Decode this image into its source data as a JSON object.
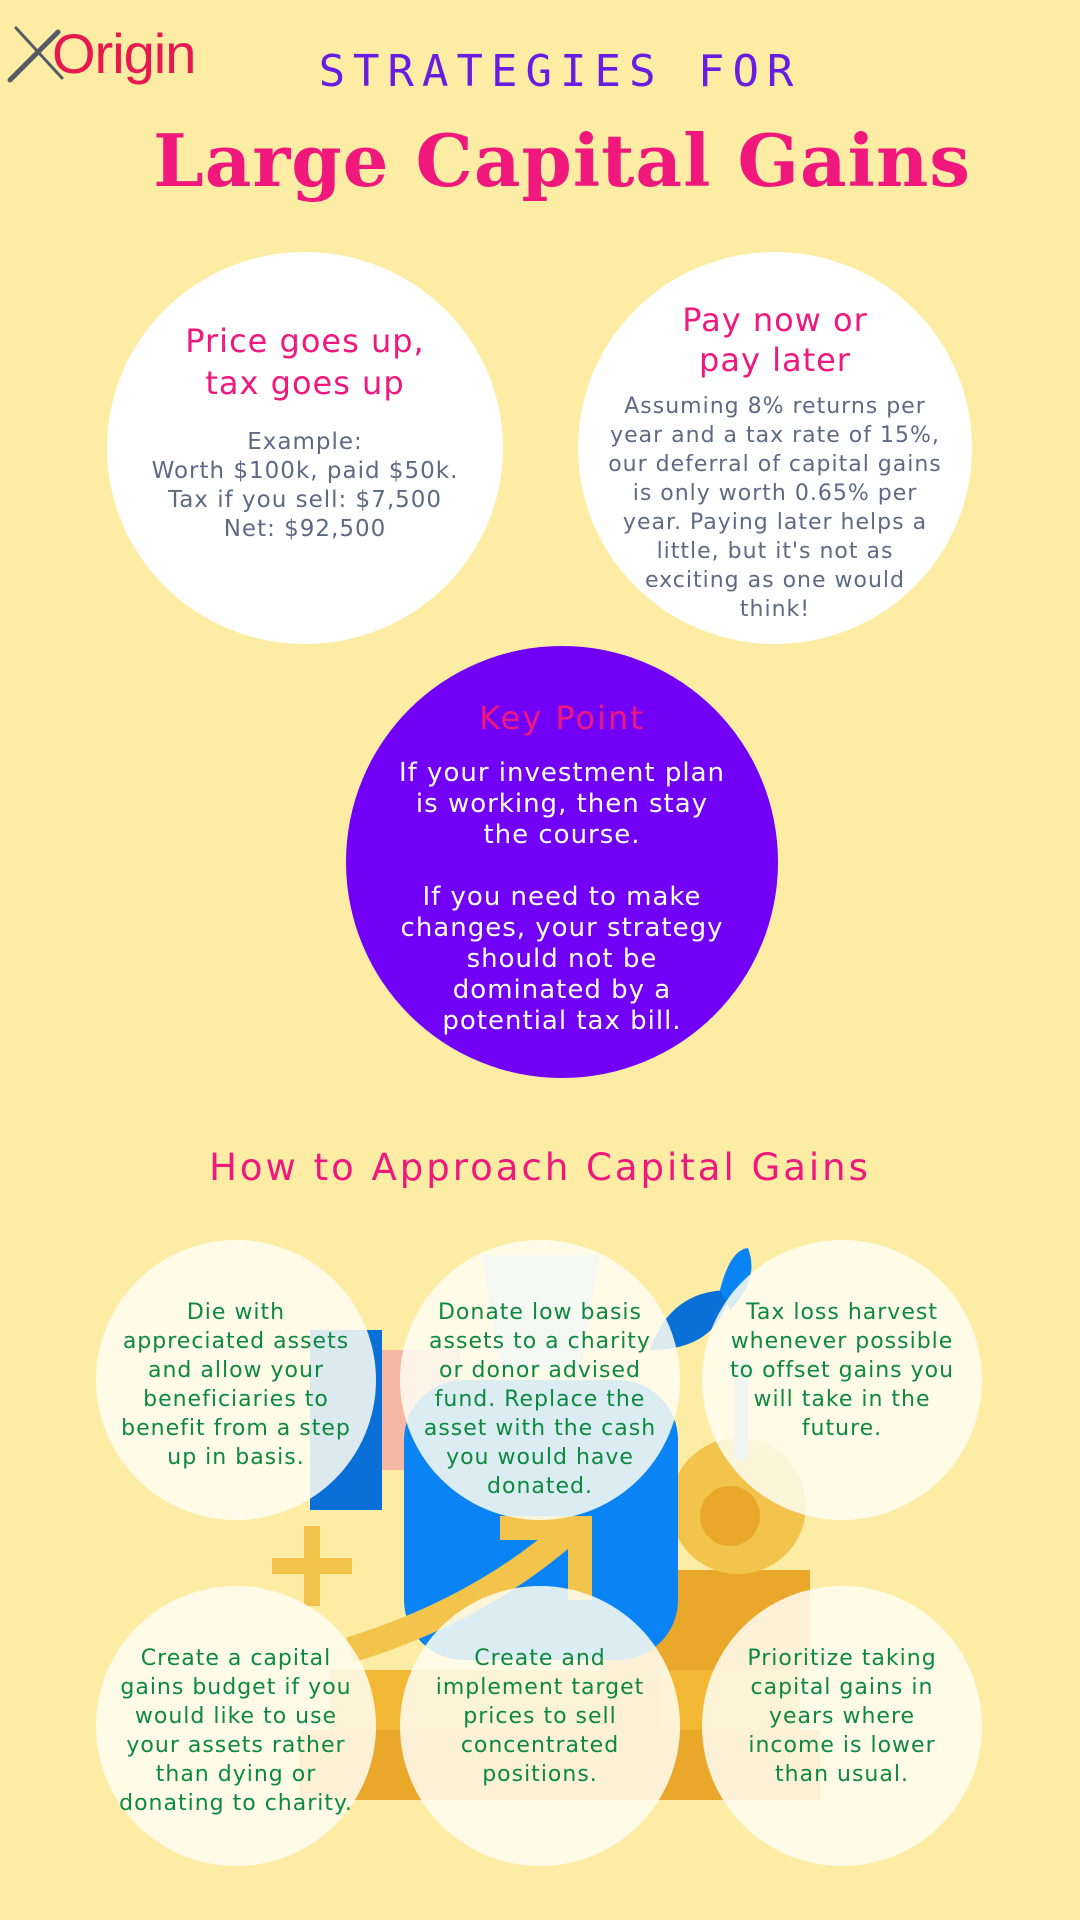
{
  "brand": {
    "logo_text": "Origin",
    "logo_color": "#e8194f"
  },
  "header": {
    "kicker": "STRATEGIES FOR",
    "title": "Large Capital Gains"
  },
  "circles": {
    "price": {
      "heading": "Price goes up,\ntax goes up",
      "body": "Example:\nWorth $100k, paid $50k.\nTax if you sell: $7,500\nNet: $92,500"
    },
    "pay": {
      "heading": "Pay now or\npay later",
      "body": "Assuming 8% returns per year and a tax rate of 15%, our deferral of capital gains is only worth 0.65% per year. Paying later helps a little, but it's not as exciting as one would think!"
    }
  },
  "key_point": {
    "heading": "Key Point",
    "paragraph1": "If your investment plan is working, then stay the course.",
    "paragraph2": "If you need to make changes, your strategy should not be dominated by a potential tax bill."
  },
  "section_title": "How to Approach Capital Gains",
  "tips": [
    {
      "text": "Die with appreciated assets and allow your beneficiaries to benefit from a step up in basis."
    },
    {
      "text": "Donate low basis assets to a charity or donor advised fund. Replace the asset with the cash you would have donated."
    },
    {
      "text": "Tax loss harvest whenever possible to offset gains you will take in the future."
    },
    {
      "text": "Create a capital gains budget if you would like to use your assets rather than dying or donating to charity."
    },
    {
      "text": "Create and implement target prices to sell concentrated positions."
    },
    {
      "text": "Prioritize taking capital gains in years where income is lower than usual."
    }
  ],
  "colors": {
    "background": "#fdeda4",
    "accent_pink": "#f0177d",
    "accent_purple": "#7200f6",
    "tip_text_green": "#0b8a3f",
    "body_gray": "#5e6a84",
    "art_blue": "#0a84f5",
    "art_gold": "#f2b833"
  },
  "icons": [
    "x-logo-icon",
    "money-bag-icon",
    "coin-stack-icon",
    "plus-icon",
    "growth-arrow-icon",
    "plant-leaf-icon"
  ]
}
